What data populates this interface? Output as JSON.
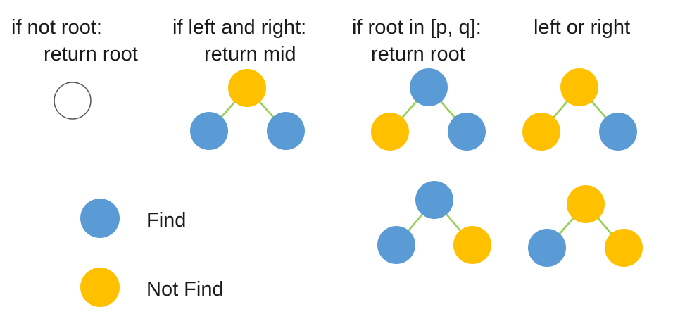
{
  "colors": {
    "find": "#5b9bd5",
    "not_find": "#ffc000",
    "edge": "#92d050",
    "empty_stroke": "#555555"
  },
  "cases": [
    {
      "line1": "if not root:",
      "line2": "return root"
    },
    {
      "line1": "if left and right:",
      "line2": "return mid"
    },
    {
      "line1": "if root in [p, q]:",
      "line2": "return root"
    },
    {
      "line1": "left or right",
      "line2": ""
    }
  ],
  "legend": {
    "find_label": "Find",
    "not_find_label": "Not Find"
  },
  "trees": [
    {
      "id": "case2",
      "root": "not_find",
      "left": "find",
      "right": "find"
    },
    {
      "id": "case3a",
      "root": "find",
      "left": "not_find",
      "right": "find"
    },
    {
      "id": "case4a",
      "root": "not_find",
      "left": "not_find",
      "right": "find"
    },
    {
      "id": "case3b",
      "root": "find",
      "left": "find",
      "right": "not_find"
    },
    {
      "id": "case4b",
      "root": "not_find",
      "left": "find",
      "right": "not_find"
    }
  ]
}
